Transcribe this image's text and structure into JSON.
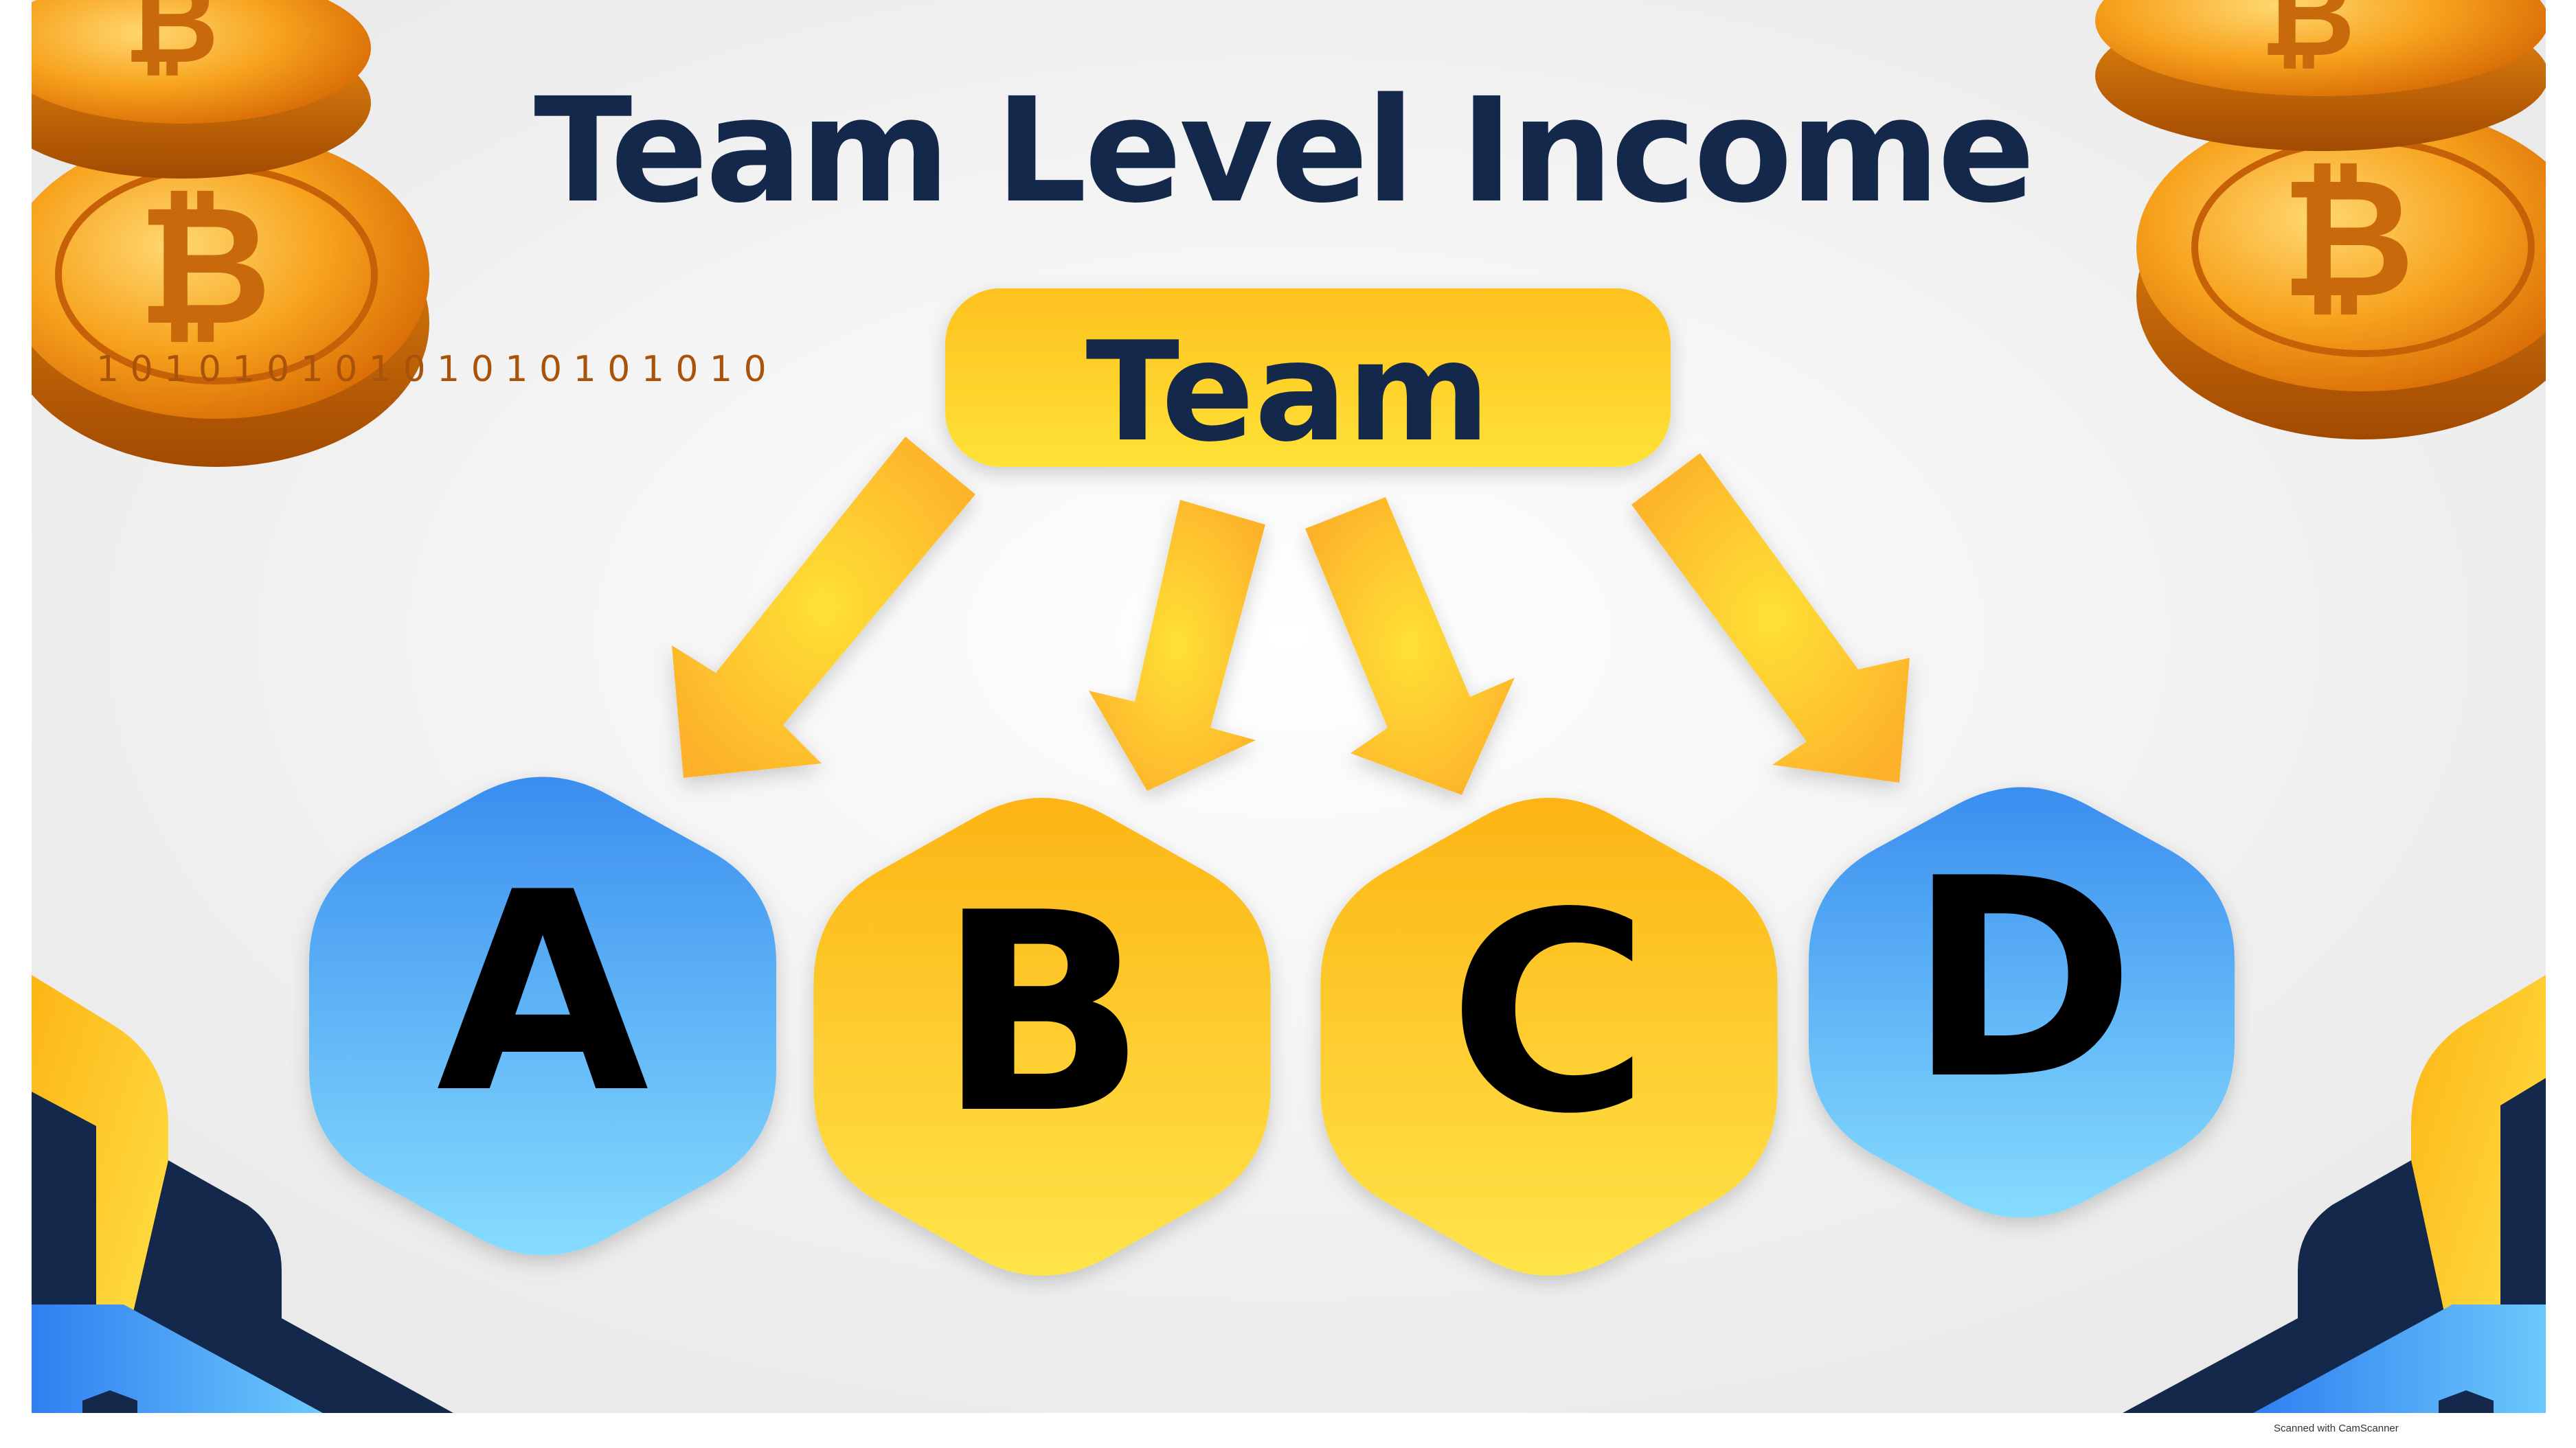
{
  "title": "Team Level Income",
  "root": {
    "label": "Team"
  },
  "nodes": [
    {
      "label": "A",
      "style": "blue"
    },
    {
      "label": "B",
      "style": "gold"
    },
    {
      "label": "C",
      "style": "gold"
    },
    {
      "label": "D",
      "style": "blue"
    }
  ],
  "edges": [
    {
      "from": "Team",
      "to": "A"
    },
    {
      "from": "Team",
      "to": "B"
    },
    {
      "from": "Team",
      "to": "C"
    },
    {
      "from": "Team",
      "to": "D"
    }
  ],
  "coin_glyph": "₿",
  "coin_ring_text": "1 0 1 0 1 0 1 0 1 0 1 0 1 0 1 0 1 0 1 0",
  "colors": {
    "title": "#13284a",
    "gold_top": "#fdb515",
    "gold_bottom": "#fee44a",
    "blue_top": "#3a8eef",
    "blue_bottom": "#86dcfe",
    "navy": "#13284a",
    "letter": "#000000"
  },
  "footer": {
    "scan_note": "Scanned with CamScanner"
  }
}
